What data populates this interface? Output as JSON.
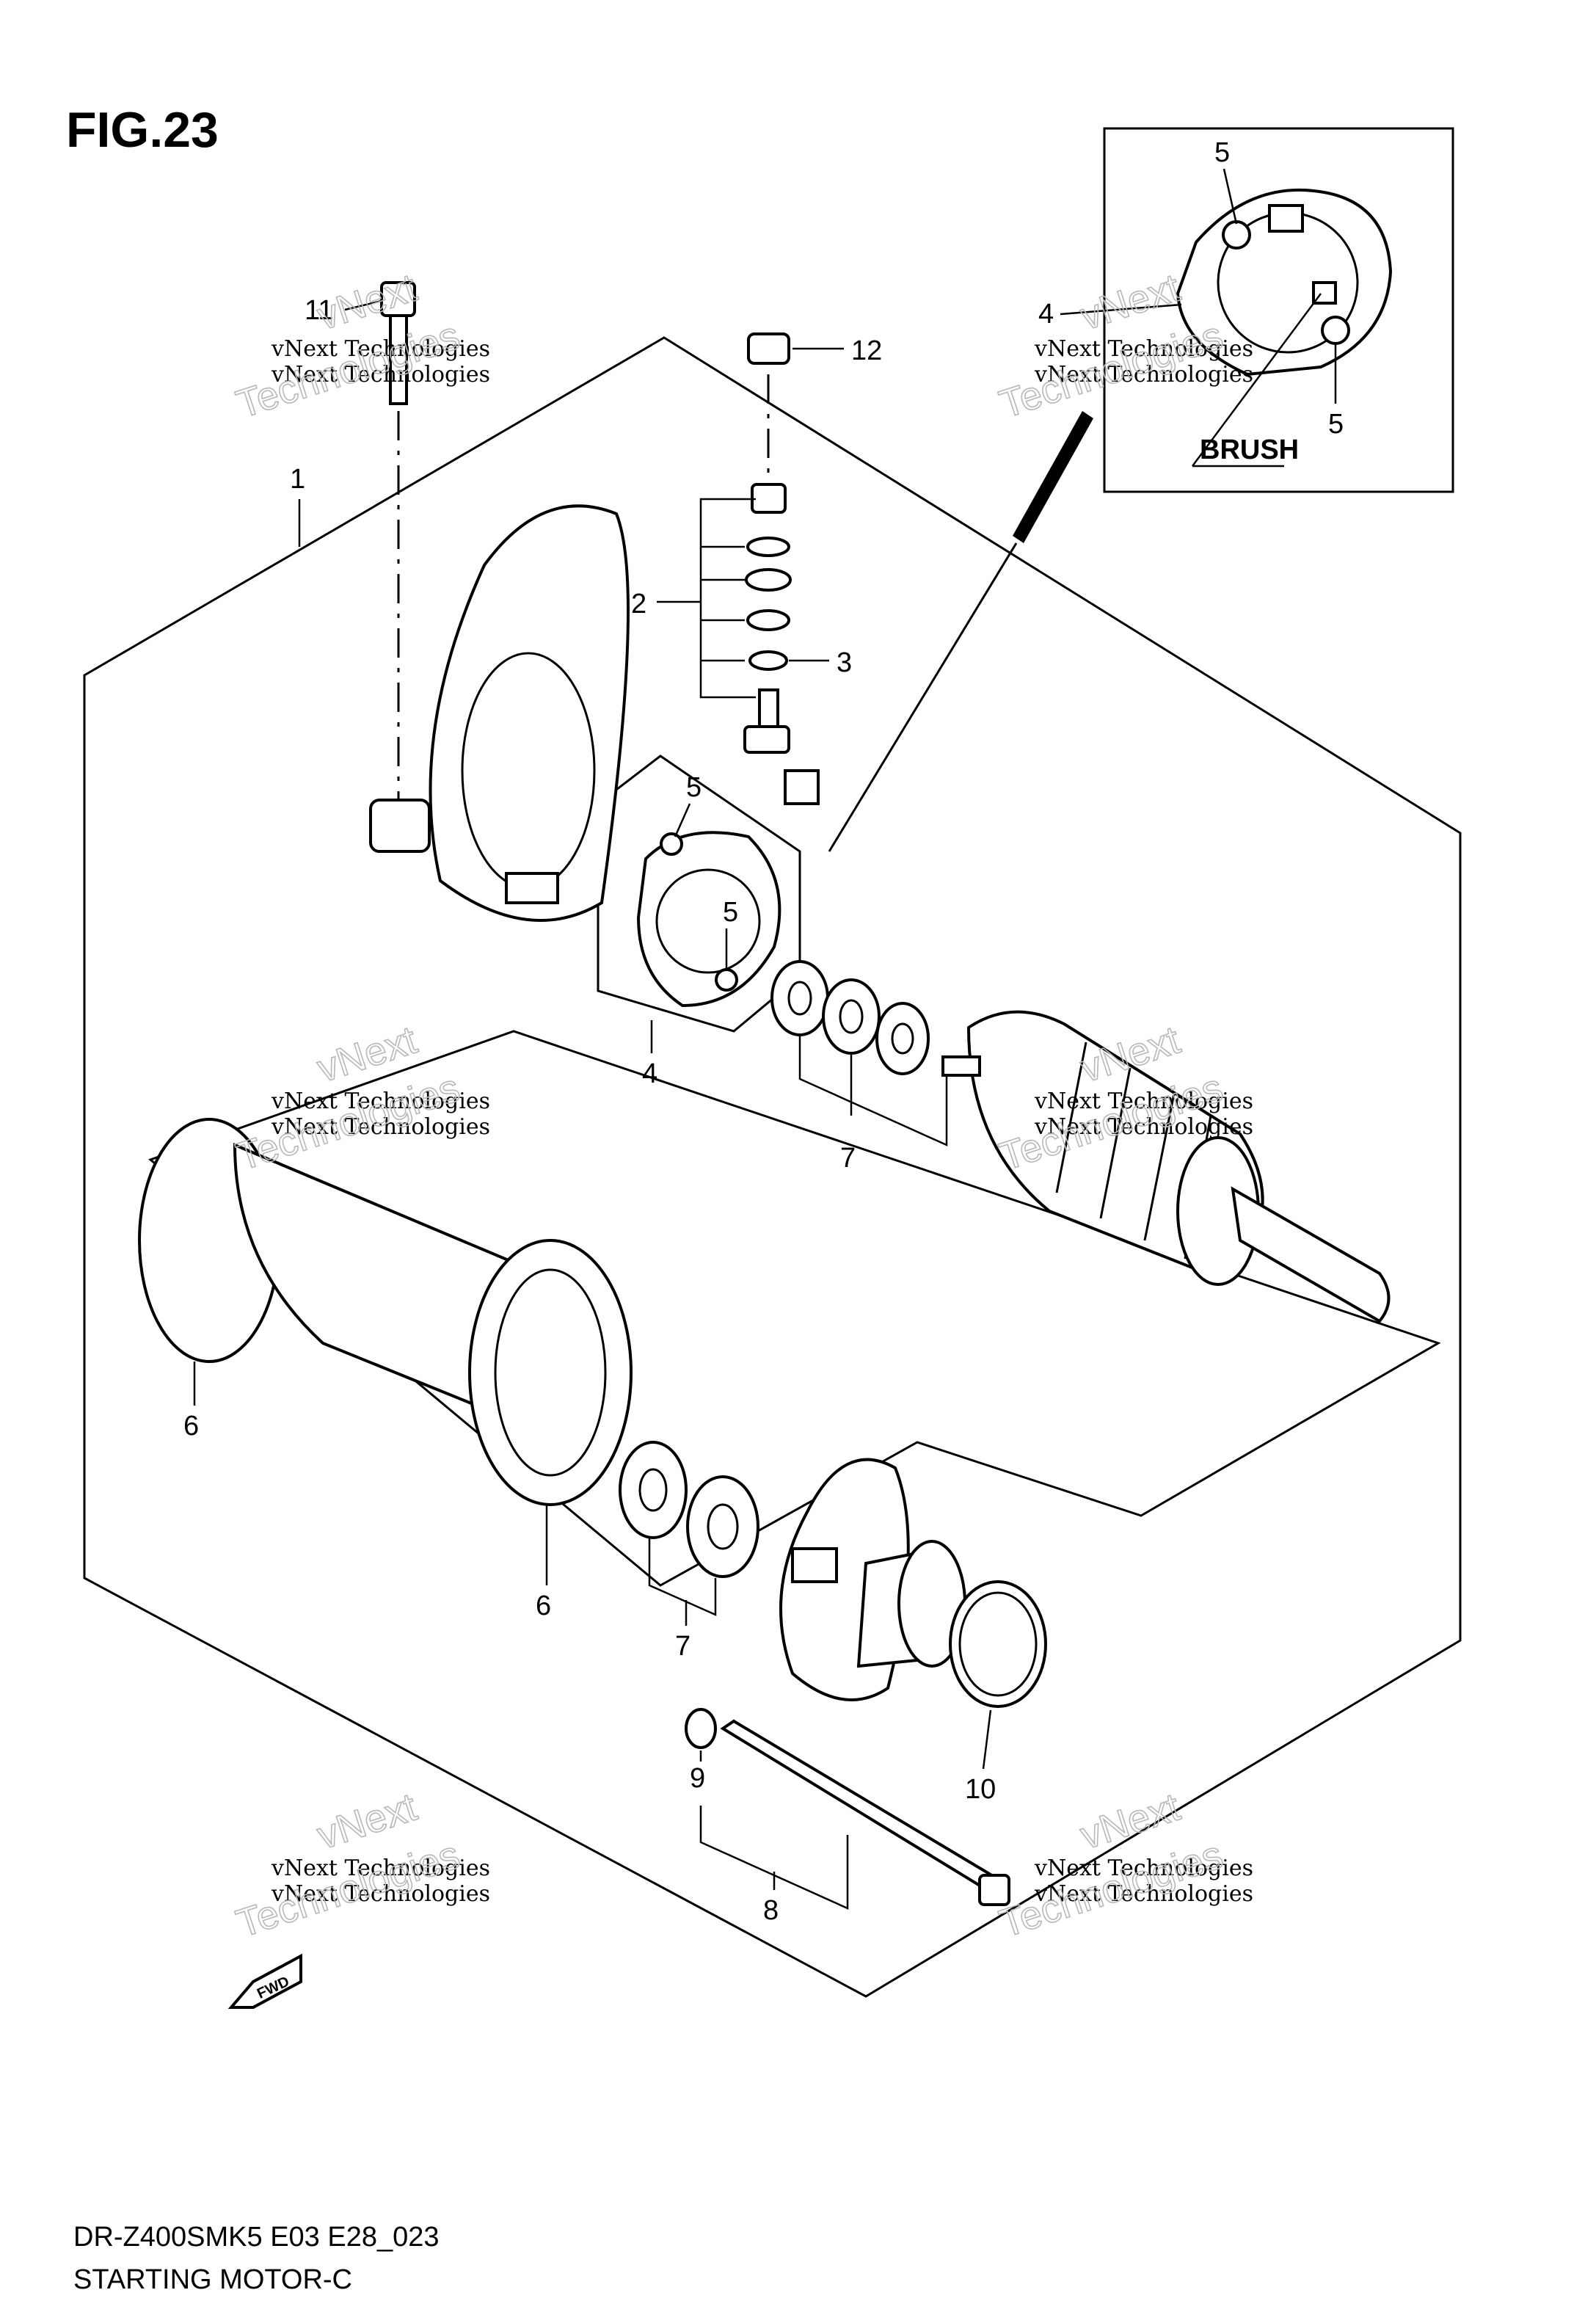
{
  "figure": {
    "title": "FIG.23"
  },
  "inset": {
    "brush_label": "BRUSH",
    "part_4": "4",
    "part_5_top": "5",
    "part_5_bottom": "5"
  },
  "callouts": {
    "p1": "1",
    "p2": "2",
    "p3": "3",
    "p4": "4",
    "p5a": "5",
    "p5b": "5",
    "p6a": "6",
    "p6b": "6",
    "p7a": "7",
    "p7b": "7",
    "p8": "8",
    "p9": "9",
    "p10": "10",
    "p11": "11",
    "p12": "12"
  },
  "watermarks": {
    "small_text": "vNext Technologies",
    "big_word_1": "vNext",
    "big_word_2": "Technologies"
  },
  "fwd_label": "FWD",
  "footer": {
    "model_code": "DR-Z400SMK5 E03 E28_023",
    "section_name": "STARTING MOTOR-C"
  }
}
